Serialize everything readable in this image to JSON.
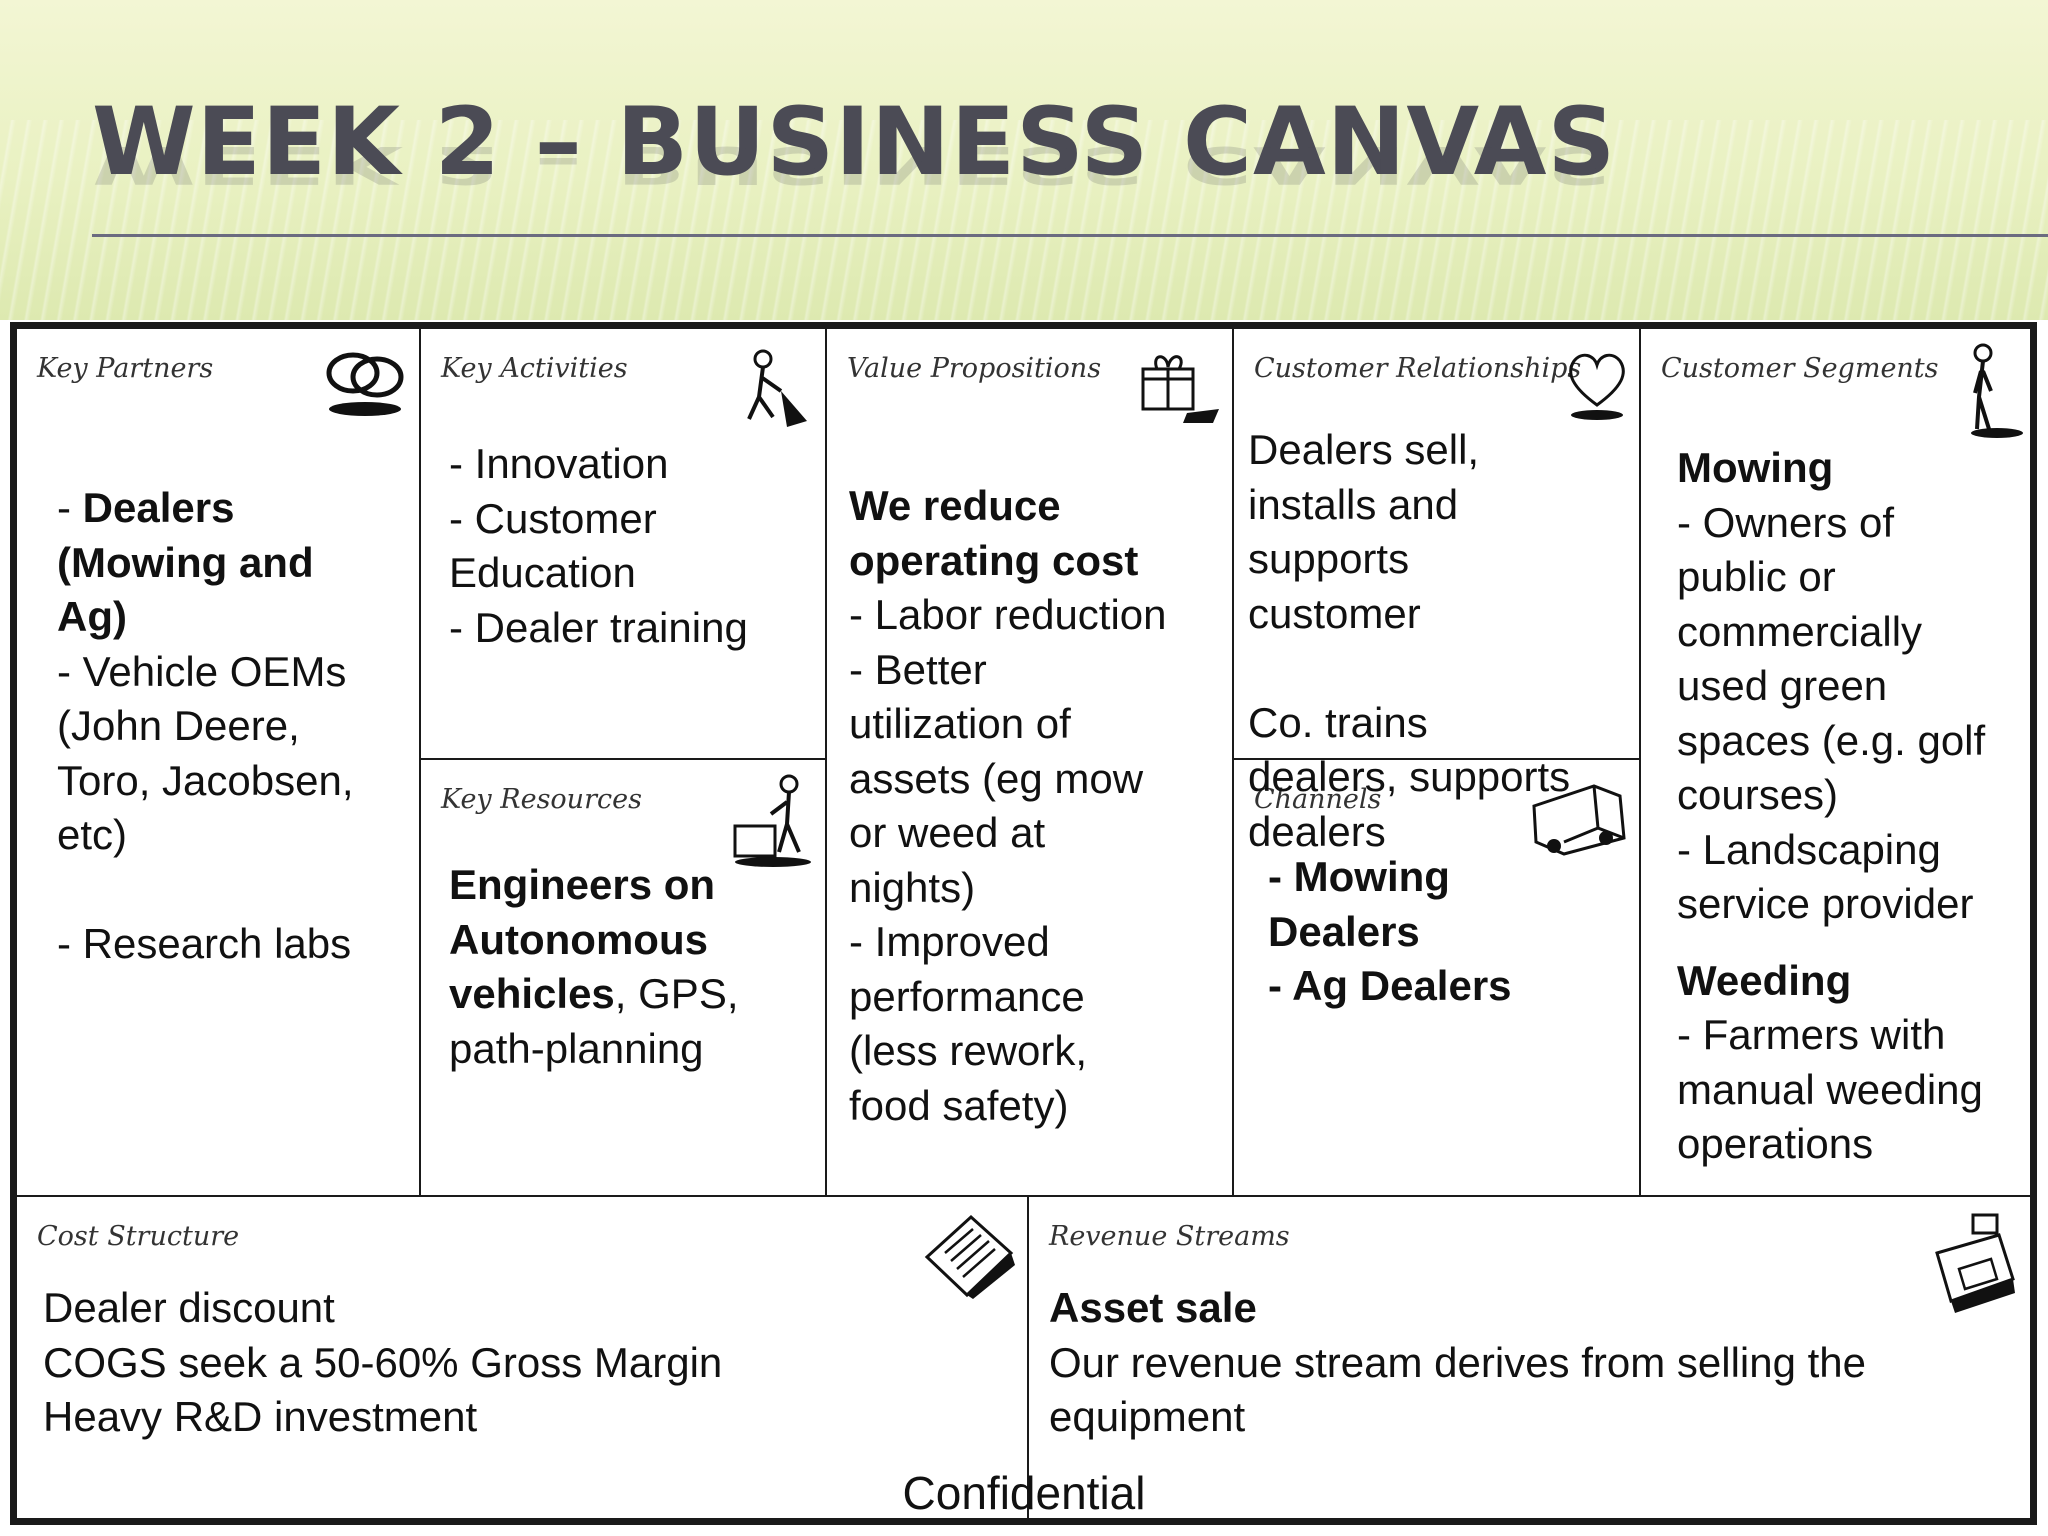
{
  "slide": {
    "title": "WEEK 2 – BUSINESS CANVAS",
    "footer": "Confidential"
  },
  "key_partners": {
    "heading": "Key Partners",
    "icon": "linked-rings-icon",
    "lines": [
      "- ",
      "Dealers",
      "(Mowing and",
      "Ag)",
      "- Vehicle OEMs",
      "(John Deere,",
      "Toro, Jacobsen,",
      "etc)",
      "- Research labs"
    ]
  },
  "key_activities": {
    "heading": "Key Activities",
    "icon": "worker-icon",
    "lines": [
      "- Innovation",
      "- Customer",
      "Education",
      "- Dealer training"
    ]
  },
  "key_resources": {
    "heading": "Key Resources",
    "icon": "worker-with-machine-icon",
    "lines": [
      "Engineers on",
      "Autonomous",
      "vehicles",
      ", GPS,",
      "path-planning"
    ]
  },
  "value_propositions": {
    "heading": "Value Propositions",
    "icon": "gift-box-icon",
    "lines": [
      "We reduce",
      "operating cost",
      "- Labor reduction",
      "- Better",
      "utilization of",
      "assets (eg mow",
      "or weed at",
      "nights)",
      "- Improved",
      "performance",
      "(less rework,",
      "food safety)"
    ]
  },
  "customer_relationships": {
    "heading": "Customer Relationships",
    "icon": "heart-icon",
    "lines": [
      "Dealers sell,",
      "installs and",
      "supports",
      "customer",
      "Co. trains",
      "dealers, supports",
      "dealers"
    ]
  },
  "channels": {
    "heading": "Channels",
    "icon": "truck-icon",
    "lines": [
      "- Mowing",
      "Dealers",
      "- Ag Dealers"
    ]
  },
  "customer_segments": {
    "heading": "Customer Segments",
    "icon": "standing-person-icon",
    "lines": [
      "Mowing",
      "- Owners of",
      "public or",
      "commercially",
      "used green",
      "spaces (e.g. golf",
      "courses)",
      "- Landscaping",
      "service provider",
      "Weeding",
      "- Farmers with",
      "manual weeding",
      "operations"
    ]
  },
  "cost_structure": {
    "heading": "Cost Structure",
    "icon": "paper-list-icon",
    "lines": [
      "Dealer discount",
      "COGS seek a 50-60% Gross Margin",
      "Heavy R&D investment"
    ]
  },
  "revenue_streams": {
    "heading": "Revenue Streams",
    "icon": "cash-register-icon",
    "lines": [
      "Asset sale",
      "Our revenue stream derives from selling the",
      "equipment"
    ]
  }
}
